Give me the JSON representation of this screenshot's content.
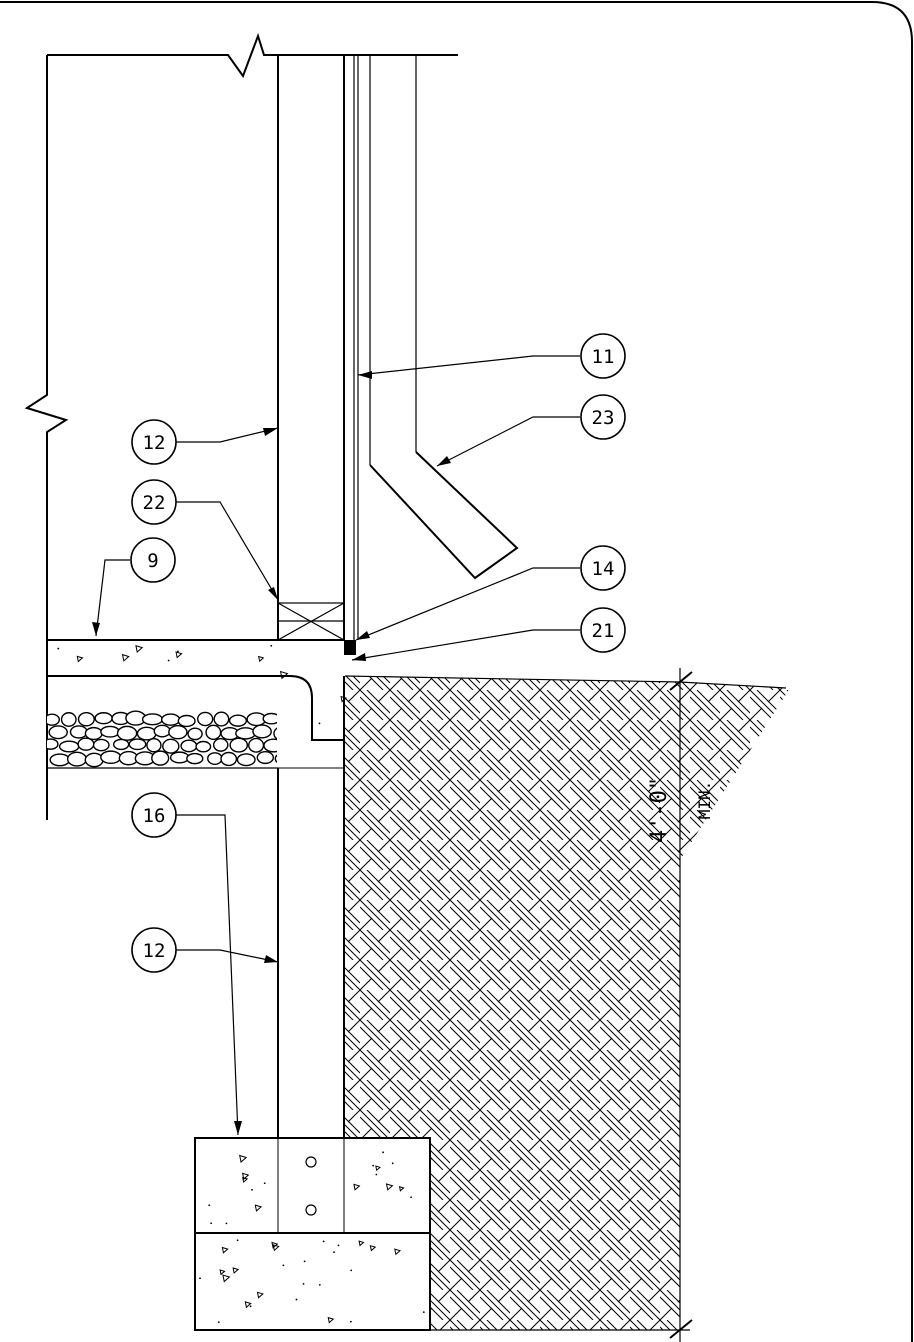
{
  "callouts": {
    "c11": "11",
    "c23": "23",
    "c12_upper": "12",
    "c22": "22",
    "c9": "9",
    "c14": "14",
    "c21": "21",
    "c12_lower": "12",
    "c16": "16"
  },
  "dimension": {
    "value": "4'-0\"",
    "note": "MIN."
  }
}
